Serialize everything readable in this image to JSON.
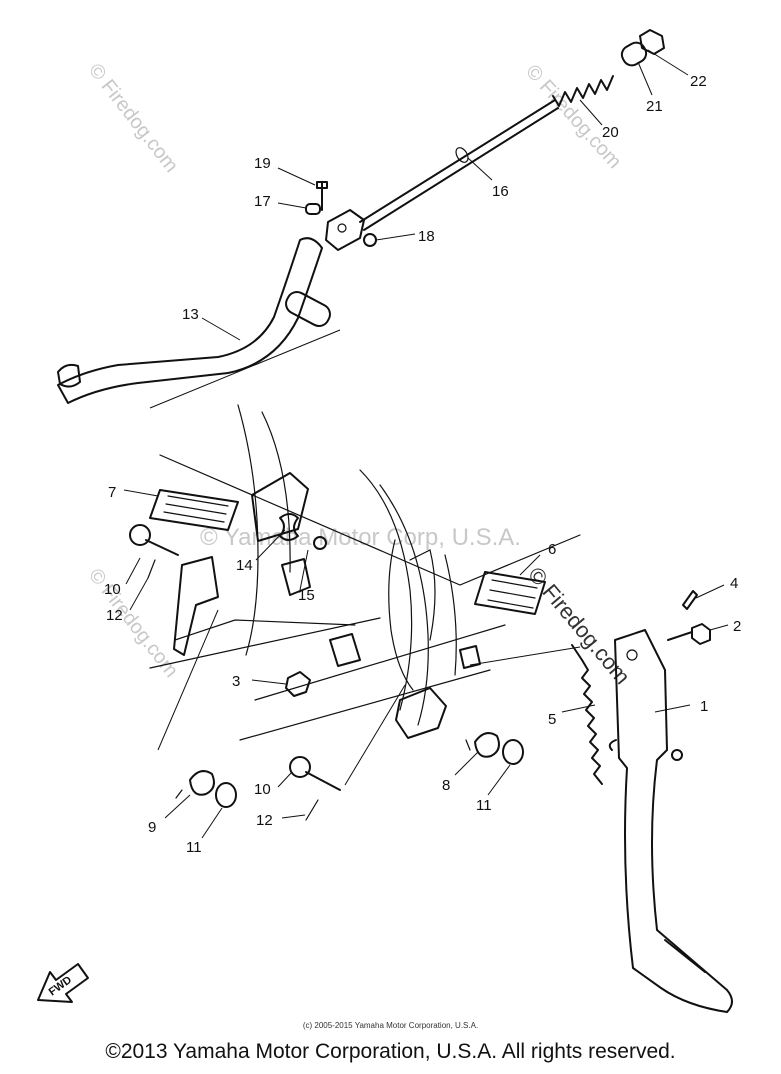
{
  "watermarks": {
    "brand": "© Firedog.com",
    "center": "© Yamaha Motor Corp, U.S.A."
  },
  "fwd_label": "FWD",
  "callouts": [
    "1",
    "2",
    "3",
    "4",
    "5",
    "6",
    "7",
    "8",
    "9",
    "10",
    "10",
    "11",
    "11",
    "12",
    "12",
    "13",
    "14",
    "15",
    "16",
    "17",
    "18",
    "19",
    "20",
    "21",
    "22"
  ],
  "footer": {
    "small": "(c) 2005-2015 Yamaha Motor Corporation, U.S.A.",
    "main": "©2013 Yamaha Motor Corporation, U.S.A. All rights reserved."
  }
}
